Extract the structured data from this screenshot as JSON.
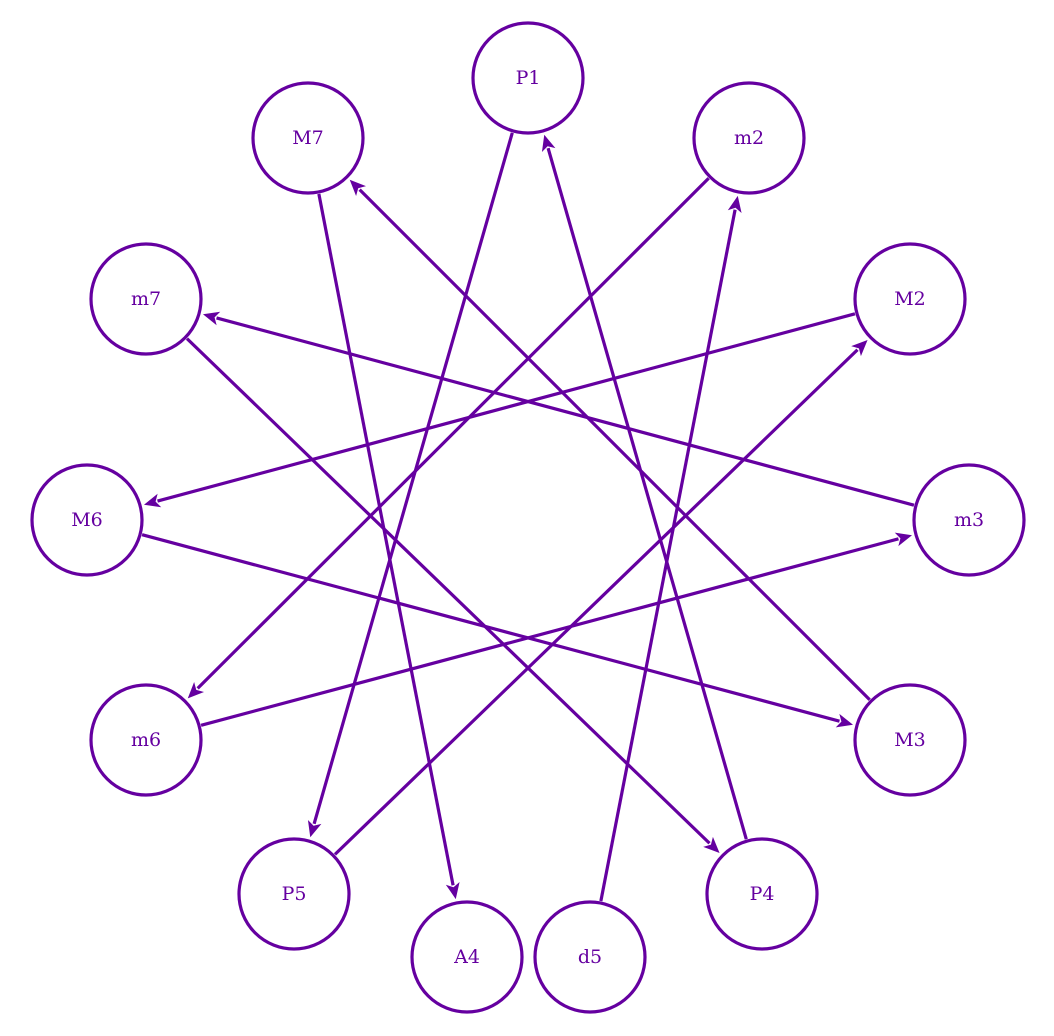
{
  "diagram": {
    "color": "#6500a0",
    "nodes": [
      {
        "id": "P1",
        "label": "P1"
      },
      {
        "id": "m2",
        "label": "m2"
      },
      {
        "id": "M2",
        "label": "M2"
      },
      {
        "id": "m3",
        "label": "m3"
      },
      {
        "id": "M3",
        "label": "M3"
      },
      {
        "id": "P4",
        "label": "P4"
      },
      {
        "id": "d5",
        "label": "d5"
      },
      {
        "id": "A4",
        "label": "A4"
      },
      {
        "id": "P5",
        "label": "P5"
      },
      {
        "id": "m6",
        "label": "m6"
      },
      {
        "id": "M6",
        "label": "M6"
      },
      {
        "id": "m7",
        "label": "m7"
      },
      {
        "id": "M7",
        "label": "M7"
      }
    ],
    "edges": [
      {
        "from": "P1",
        "to": "P5"
      },
      {
        "from": "P4",
        "to": "P1"
      },
      {
        "from": "M7",
        "to": "A4"
      },
      {
        "from": "d5",
        "to": "m2"
      },
      {
        "from": "m2",
        "to": "m6"
      },
      {
        "from": "P5",
        "to": "M2"
      },
      {
        "from": "M2",
        "to": "M6"
      },
      {
        "from": "m6",
        "to": "m3"
      },
      {
        "from": "m3",
        "to": "m7"
      },
      {
        "from": "M6",
        "to": "M3"
      },
      {
        "from": "M3",
        "to": "M7"
      },
      {
        "from": "m7",
        "to": "P4"
      }
    ]
  }
}
